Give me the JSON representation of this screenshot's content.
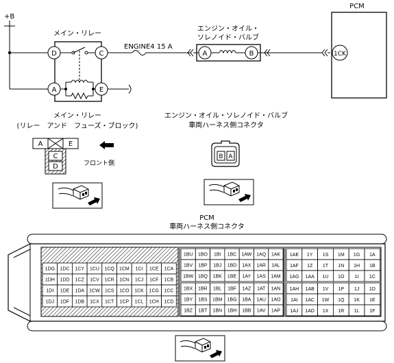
{
  "circuit": {
    "supply_label": "+B",
    "relay_title": "メイン・リレー",
    "fuse_label": "ENGINE4 15 A",
    "solenoid_title_1": "エンジン・オイル・",
    "solenoid_title_2": "ソレノイド・バルブ",
    "pcm_title": "PCM",
    "relay_pins": {
      "D": "D",
      "C": "C",
      "A": "A",
      "E": "E"
    },
    "solenoid_pins": {
      "A": "A",
      "B": "B"
    },
    "pcm_pin": "1CK"
  },
  "relay_connector": {
    "caption_1": "メイン・リレー",
    "caption_2": "(リレー　アンド　フューズ・ブロック)",
    "pins": {
      "A": "A",
      "E": "E",
      "C": "C",
      "D": "D"
    },
    "front_label": "フロント側"
  },
  "solenoid_connector": {
    "caption_1": "エンジン・オイル・ソレノイド・バルブ",
    "caption_2": "車両ハーネス側コネクタ",
    "pins": {
      "B": "B",
      "A": "A"
    }
  },
  "pcm_connector": {
    "caption_1": "PCM",
    "caption_2": "車両ハーネス側コネクタ",
    "block1": [
      [
        "1DG",
        "1DC",
        "1CY",
        "1CU",
        "1CQ",
        "1CM",
        "1CI",
        "1CE",
        "1CA"
      ],
      [
        "1DH",
        "1DD",
        "1CZ",
        "1CV",
        "1CR",
        "1CN",
        "1CJ",
        "1CF",
        "1CB"
      ],
      [
        "1DI",
        "1DE",
        "1DA",
        "1CW",
        "1CS",
        "1CO",
        "1CK",
        "1CG",
        "1CC"
      ],
      [
        "1DJ",
        "1DF",
        "1DB",
        "1CX",
        "1CT",
        "1CP",
        "1CL",
        "1CH",
        "1CD"
      ]
    ],
    "block2": [
      [
        "1BU",
        "1BO",
        "1BI",
        "1BC",
        "1AW",
        "1AQ",
        "1AK"
      ],
      [
        "1BV",
        "1BP",
        "1BJ",
        "1BD",
        "1AX",
        "1AR",
        "1AL"
      ],
      [
        "1BW",
        "1BQ",
        "1BK",
        "1BE",
        "1AY",
        "1AS",
        "1AM"
      ],
      [
        "1BX",
        "1BR",
        "1BL",
        "1BF",
        "1AZ",
        "1AT",
        "1AN"
      ],
      [
        "1BY",
        "1BS",
        "1BM",
        "1BG",
        "1BA",
        "1AU",
        "1AO"
      ],
      [
        "1BZ",
        "1BT",
        "1BN",
        "1BH",
        "1BB",
        "1AV",
        "1AP"
      ]
    ],
    "block3": [
      [
        "1AE",
        "1Y",
        "1S",
        "1M",
        "1G",
        "1A"
      ],
      [
        "1AF",
        "1Z",
        "1T",
        "1N",
        "1H",
        "1B"
      ],
      [
        "1AG",
        "1AA",
        "1U",
        "1O",
        "1I",
        "1C"
      ],
      [
        "1AH",
        "1AB",
        "1V",
        "1P",
        "1J",
        "1D"
      ],
      [
        "1AI",
        "1AC",
        "1W",
        "1Q",
        "1K",
        "1E"
      ],
      [
        "1AJ",
        "1AD",
        "1X",
        "1R",
        "1L",
        "1F"
      ]
    ]
  }
}
